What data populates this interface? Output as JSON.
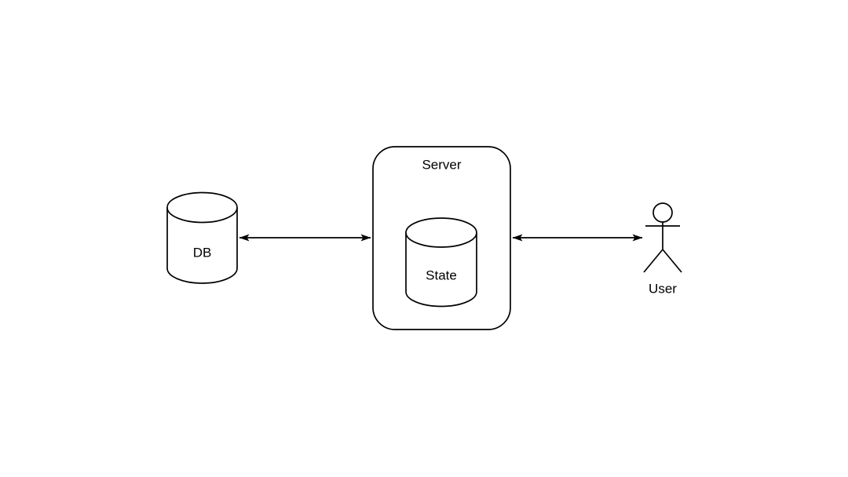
{
  "diagram": {
    "type": "architecture-diagram",
    "colors": {
      "background": "#ffffff",
      "stroke": "#000000",
      "text": "#000000"
    },
    "nodes": {
      "db": {
        "label": "DB",
        "shape": "cylinder"
      },
      "server": {
        "label": "Server",
        "shape": "rounded-rectangle",
        "contains": [
          "state"
        ]
      },
      "state": {
        "label": "State",
        "shape": "cylinder",
        "parent": "server"
      },
      "user": {
        "label": "User",
        "shape": "actor"
      }
    },
    "edges": [
      {
        "from": "db",
        "to": "server",
        "type": "bidirectional-arrow"
      },
      {
        "from": "server",
        "to": "user",
        "type": "bidirectional-arrow"
      }
    ]
  }
}
